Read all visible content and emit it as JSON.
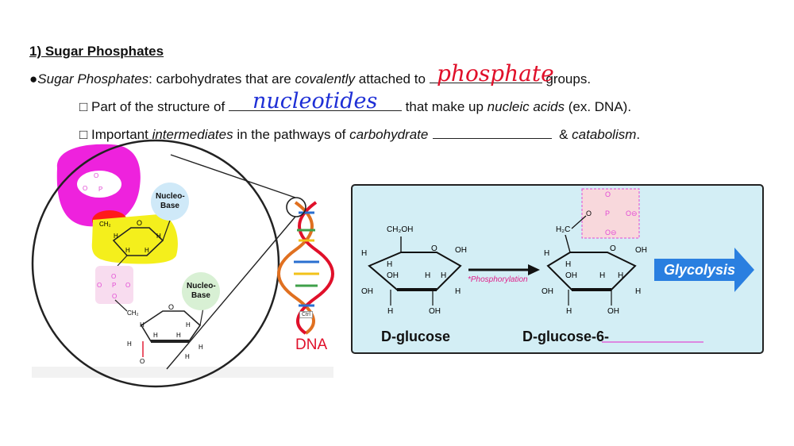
{
  "heading": "1) Sugar Phosphates",
  "bullet1": {
    "marker": "●",
    "term": "Sugar Phosphates",
    "text_a": ": carbohydrates that are ",
    "covalently": "covalently",
    "text_b": " attached to ",
    "text_c": " groups.",
    "handwritten": "phosphate"
  },
  "bullet2": {
    "marker": "□",
    "text_a": "Part of the structure of ",
    "text_b": " that make up ",
    "nucleic": "nucleic acids",
    "text_c": " (ex. DNA).",
    "handwritten": "nucleotides"
  },
  "bullet3": {
    "marker": "□",
    "text_a": "Important ",
    "intermediates": "intermediates",
    "text_b": " in the pathways of ",
    "carbohydrate": "carbohydrate",
    "text_c": " & ",
    "catabolism": "catabolism",
    "text_d": "."
  },
  "diagram": {
    "nucleobase_top": "Nucleo-\nBase",
    "nucleobase_bottom": "Nucleo-\nBase",
    "dna_label": "DNA",
    "ctrl_badge": "Ctrl"
  },
  "reaction": {
    "glucose_label": "D-glucose",
    "product_label": "D-glucose-6-",
    "arrow_label": "*Phosphorylation",
    "glycolysis": "Glycolysis",
    "ch2oh": "CH₂OH",
    "h2c": "H₂C"
  },
  "colors": {
    "handwriting_red": "#e0102a",
    "handwriting_blue": "#1e2fd6",
    "highlight_magenta": "#ee22dd",
    "highlight_yellow": "#f4ef1c",
    "panel_bg": "#d3eef5",
    "glycolysis_blue": "#2a7fe0"
  }
}
